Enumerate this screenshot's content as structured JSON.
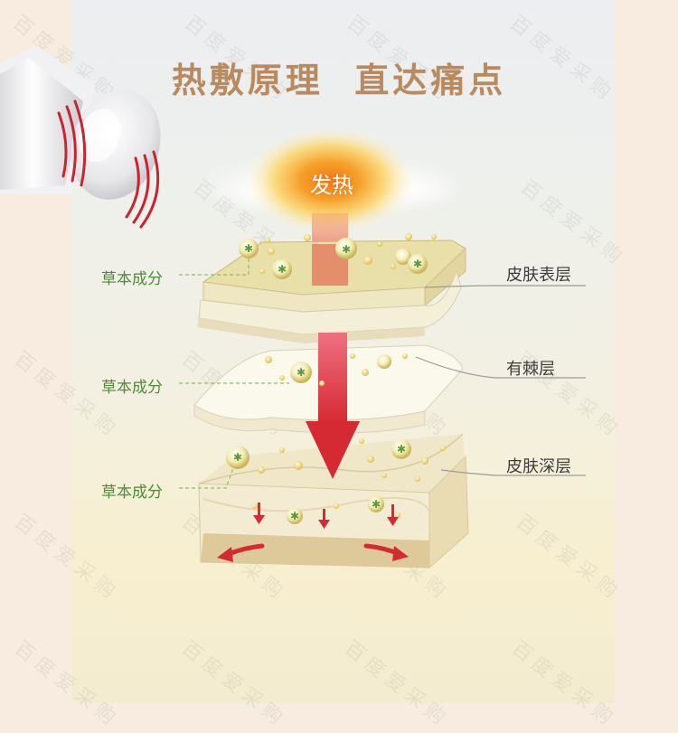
{
  "title": "热敷原理  直达痛点",
  "heat_label": "发热",
  "layers": [
    {
      "name": "皮肤表层"
    },
    {
      "name": "有棘层"
    },
    {
      "name": "皮肤深层"
    }
  ],
  "herb_labels": [
    "草本成分",
    "草本成分",
    "草本成分"
  ],
  "watermark_text": "百度爱采购",
  "colors": {
    "title": "#b98a5f",
    "arrow": "#d8343b",
    "herb_text": "#4e8a3a",
    "heat_core": "#f28c1e"
  },
  "icons": {
    "roller": "roll-on-bottle-icon",
    "herb": "herb-leaf-icon"
  }
}
